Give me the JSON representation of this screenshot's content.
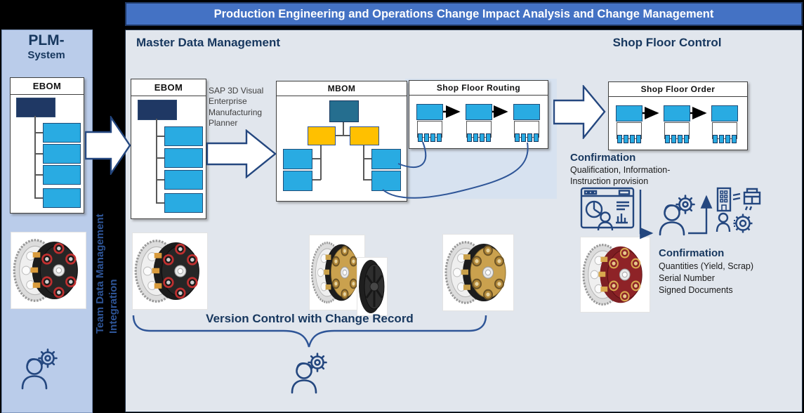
{
  "title_bar": {
    "text": "Production Engineering and Operations Change Impact Analysis and Change Management"
  },
  "plm_panel": {
    "title_line1": "PLM-",
    "title_line2": "System",
    "ebom_label": "EBOM"
  },
  "integration": {
    "line1": "Team Data Management",
    "line2": "Integration"
  },
  "mdm": {
    "heading": "Master Data Management",
    "ebom_label": "EBOM",
    "sap_tool": {
      "line1": "SAP 3D Visual",
      "line2": "Enterprise",
      "line3": "Manufacturing",
      "line4": "Planner"
    },
    "mbom_label": "MBOM",
    "routing_label": "Shop Floor Routing",
    "version_control_label": "Version Control with Change Record"
  },
  "shop_floor": {
    "heading": "Shop Floor Control",
    "order_label": "Shop Floor Order",
    "confirmation_top": {
      "title": "Confirmation",
      "line1": "Qualification, Information-",
      "line2": "Instruction provision"
    },
    "confirmation_bottom": {
      "title": "Confirmation",
      "line1": "Quantities (Yield, Scrap)",
      "line2": "Serial Number",
      "line3": "Signed Documents"
    }
  },
  "colors": {
    "title_bar_bg": "#4472C4",
    "navy_text": "#17375E",
    "box_navy": "#1F3864",
    "cyan": "#29ABE2",
    "teal": "#256E8F",
    "yellow": "#FFC000",
    "plm_panel_bg": "#BACCEA",
    "main_panel_bg": "#E1E6ED",
    "routing_sub_bg": "#D7E2F0",
    "icon_outline": "#24477F",
    "connector_blue": "#2E5597"
  }
}
